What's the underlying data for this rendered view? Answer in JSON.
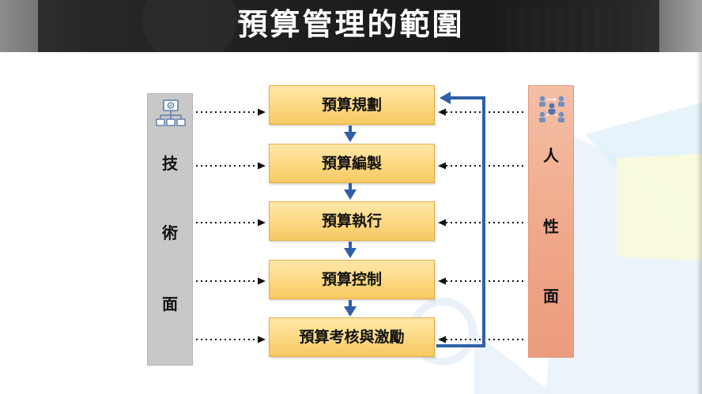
{
  "title": "預算管理的範圍",
  "steps": [
    {
      "label": "預算規劃"
    },
    {
      "label": "預算編製"
    },
    {
      "label": "預算執行"
    },
    {
      "label": "預算控制"
    },
    {
      "label": "預算考核與激勵"
    }
  ],
  "technical_side": {
    "chars": [
      "技",
      "術",
      "面"
    ],
    "icon": "org-chart-monitor-icon"
  },
  "human_side": {
    "chars": [
      "人",
      "性",
      "面"
    ],
    "icon": "people-network-icon"
  },
  "colors": {
    "step_fill": "#fcd882",
    "step_border": "#e3ad40",
    "technical_fill": "#c8c8c8",
    "human_fill": "#f0a889",
    "down_arrow": "#2f5fa8",
    "feedback_arrow": "#2f5fa8",
    "header_bg": "#2d2e30",
    "title_color": "#ffffff"
  }
}
